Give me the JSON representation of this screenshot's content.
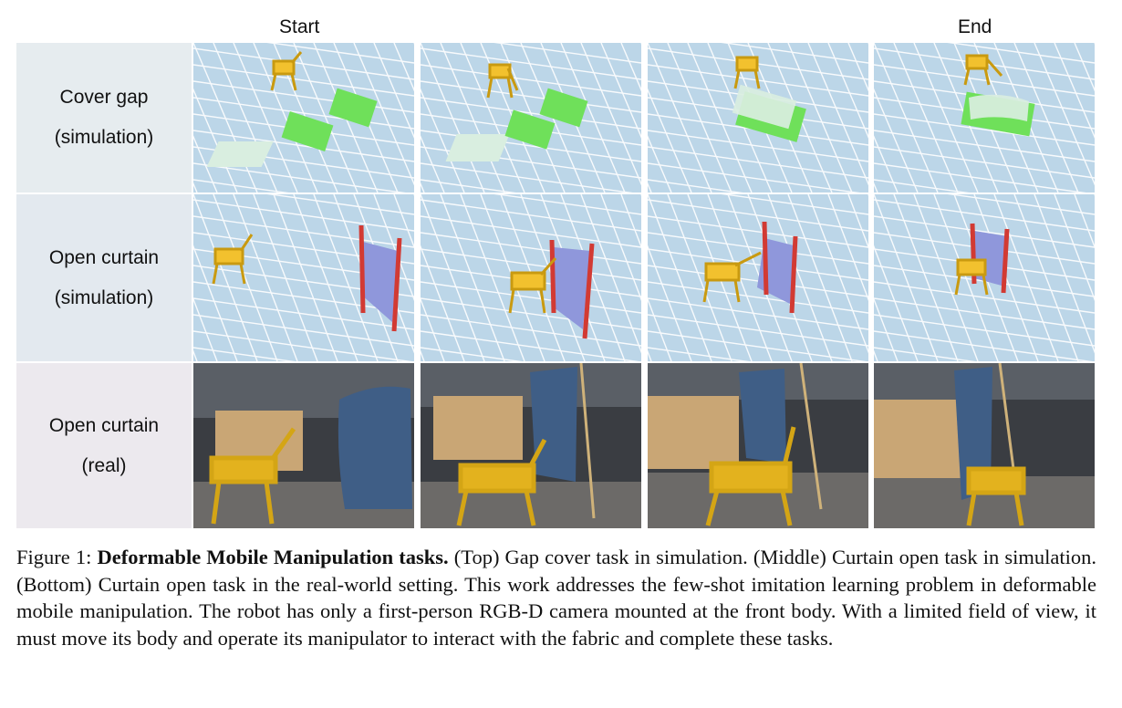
{
  "columns": {
    "start": "Start",
    "end": "End"
  },
  "rows": [
    {
      "label_line1": "Cover gap",
      "label_line2": "(simulation)"
    },
    {
      "label_line1": "Open curtain",
      "label_line2": "(simulation)"
    },
    {
      "label_line1": "Open curtain",
      "label_line2": "(real)"
    }
  ],
  "caption": {
    "prefix": "Figure 1: ",
    "bold": "Deformable Mobile Manipulation tasks.",
    "text": " (Top) Gap cover task in simulation. (Middle) Curtain open task in simulation. (Bottom) Curtain open task in the real-world setting. This work addresses the few-shot imitation learning problem in deformable mobile manipulation. The robot has only a first-person RGB-D camera mounted at the front body. With a limited field of view, it must move its body and operate its manipulator to interact with the fabric and complete these tasks."
  },
  "colors": {
    "sim_floor": "#bcd6e8",
    "grid_line": "#ffffff",
    "robot_yellow": "#f2c12e",
    "green_block": "#6fe05a",
    "curtain_blue": "#8f97db",
    "curtain_frame": "#d23a33",
    "real_curtain": "#3f5e86"
  }
}
